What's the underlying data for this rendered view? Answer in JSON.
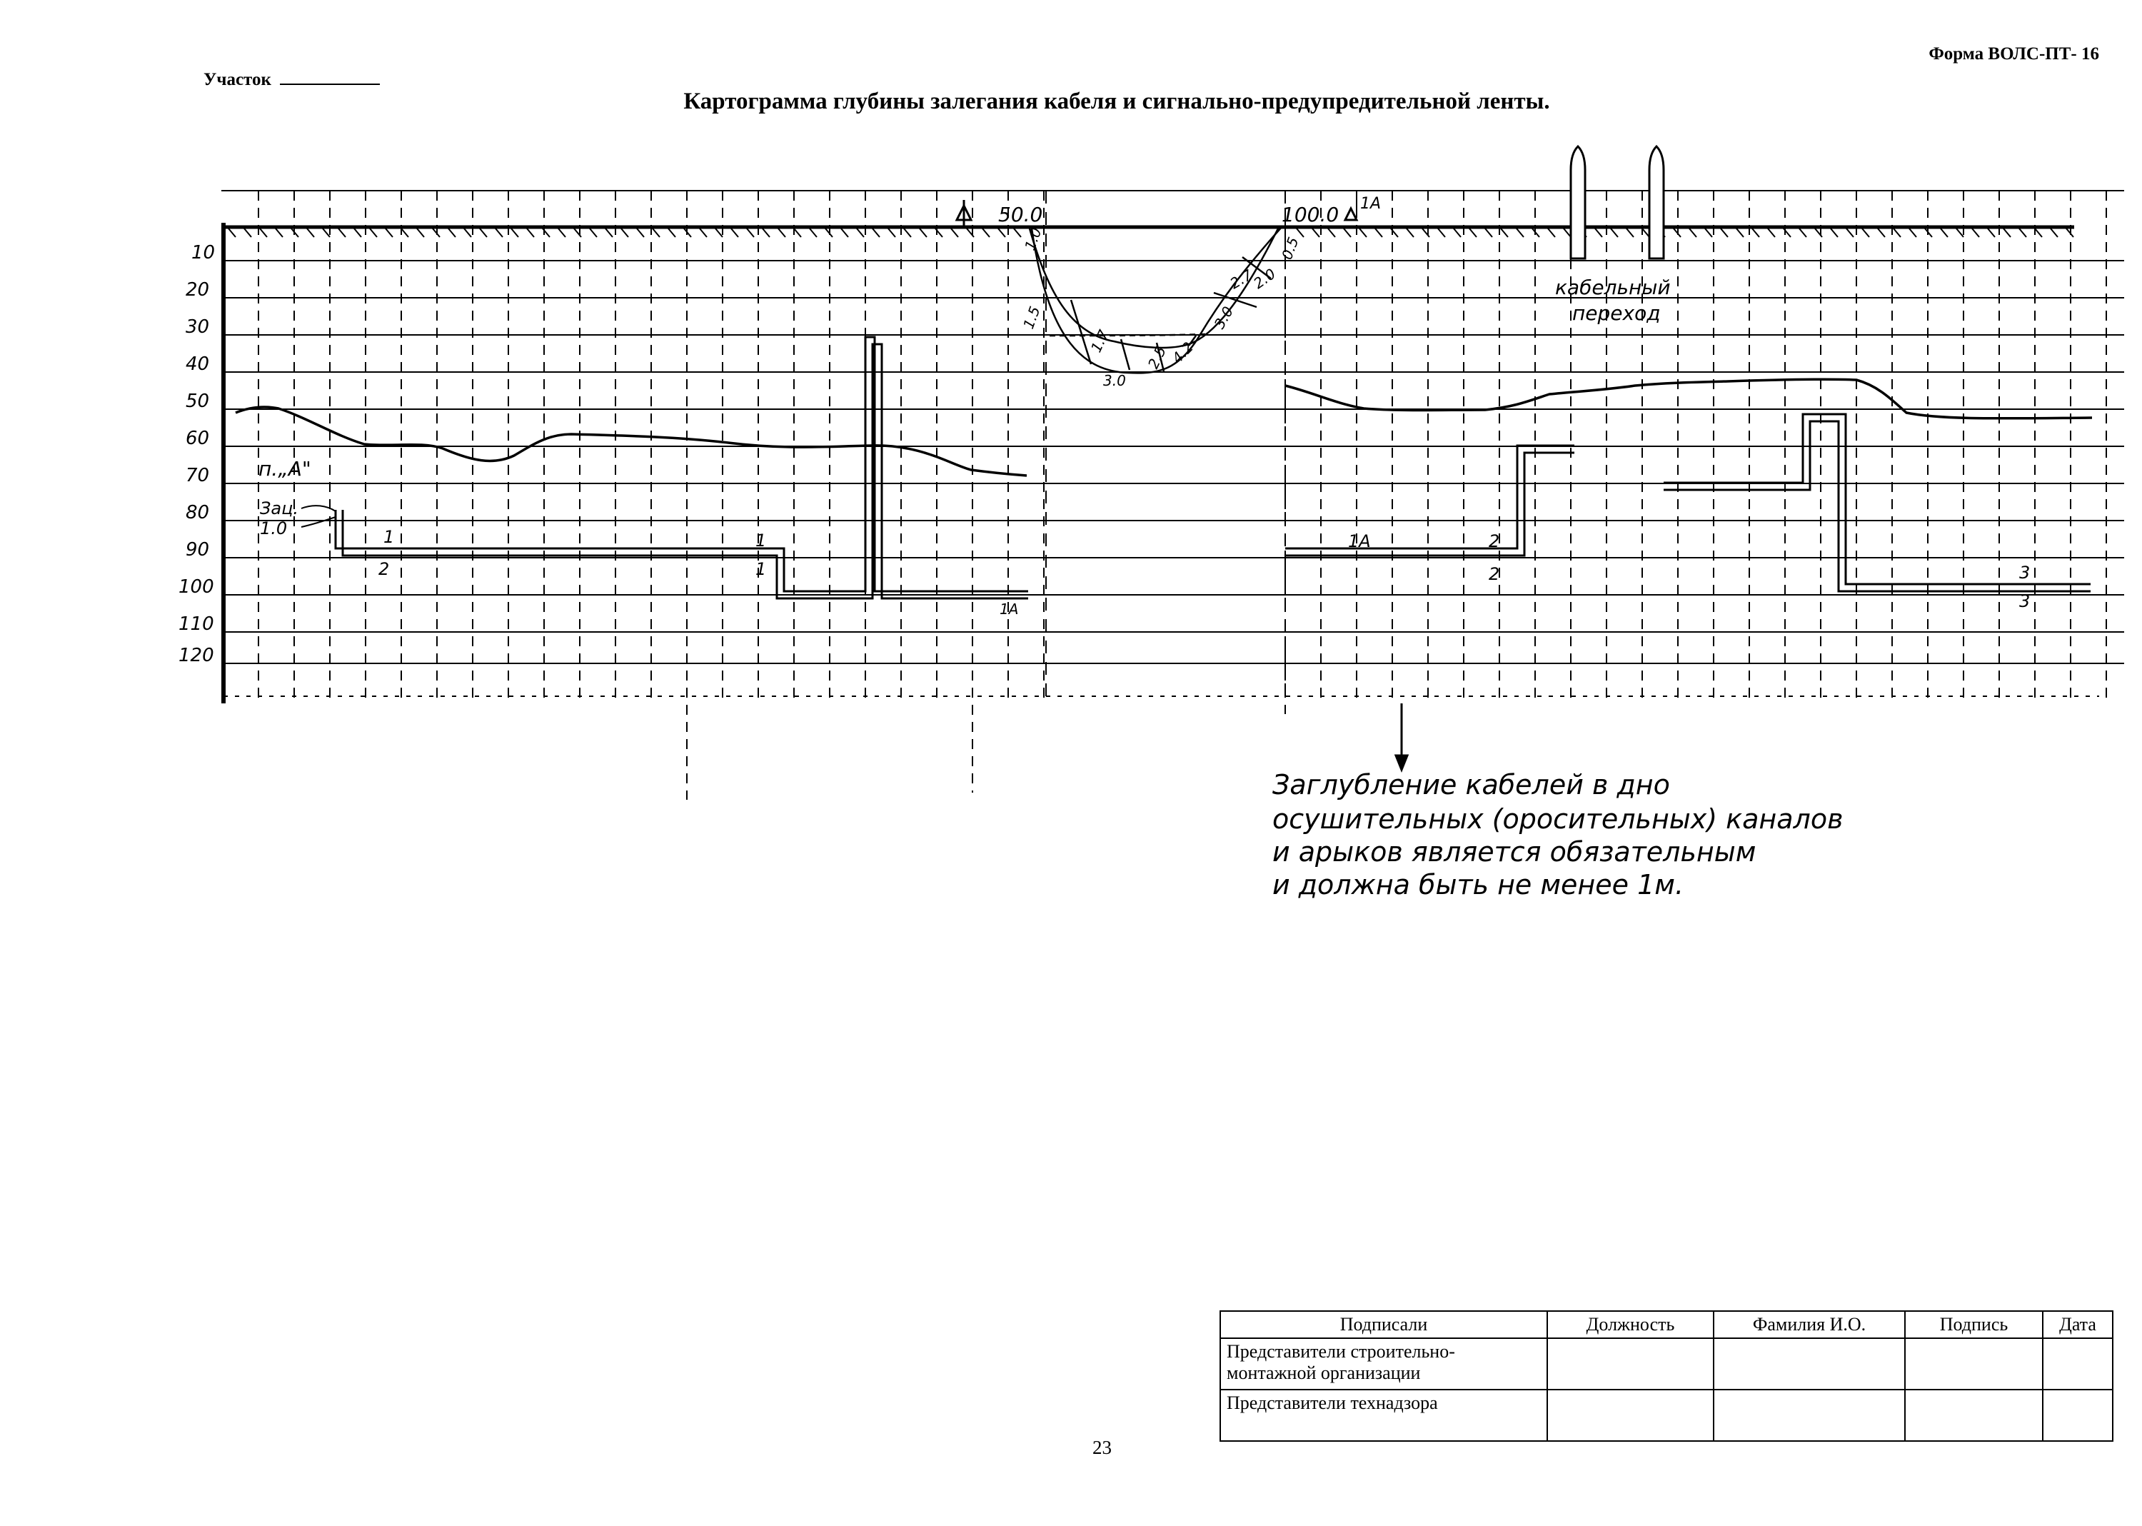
{
  "header": {
    "form_id": "Форма ВОЛС-ПТ- 16",
    "section_label": "Участок",
    "title": "Картограмма глубины залегания кабеля и  сигнально-предупредительной ленты."
  },
  "chart": {
    "depth_ticks": [
      "10",
      "20",
      "30",
      "40",
      "50",
      "60",
      "70",
      "80",
      "90",
      "100",
      "110",
      "120"
    ],
    "picket_50": "50.0",
    "picket_100": "100.0",
    "picket_100_tag": "1А",
    "point_label": "п.„А\"",
    "coupling_label": "Зац.",
    "coupling_value": "1.0",
    "crossing_label_1": "кабельный",
    "crossing_label_2": "переход",
    "canal_depths": [
      "1.0",
      "1.5",
      "1.7",
      "2.5",
      "3.0",
      "4.2",
      "3.0",
      "2.7",
      "2.0",
      "0.5"
    ],
    "cable_labels": {
      "c1_top": "1",
      "c2_bottom": "2",
      "c1_top_r": "1",
      "c1_bottom_r": "1",
      "c1a": "1А",
      "c1a_r": "1А",
      "c2_top": "2",
      "c2_bottom_r": "2",
      "c3_top": "3",
      "c3_bottom": "3"
    },
    "note_lines": [
      "Заглубление кабелей в дно",
      "осушительных (оросительных) каналов",
      "и арыков является обязательным",
      "и должна быть не менее 1м."
    ]
  },
  "signature_table": {
    "headers": [
      "Подписали",
      "Должность",
      "Фамилия И.О.",
      "Подпись",
      "Дата"
    ],
    "rows": [
      [
        "Представители строительно-монтажной организации",
        "",
        "",
        "",
        ""
      ],
      [
        "Представители технадзора",
        "",
        "",
        "",
        ""
      ]
    ]
  },
  "page_number": "23"
}
